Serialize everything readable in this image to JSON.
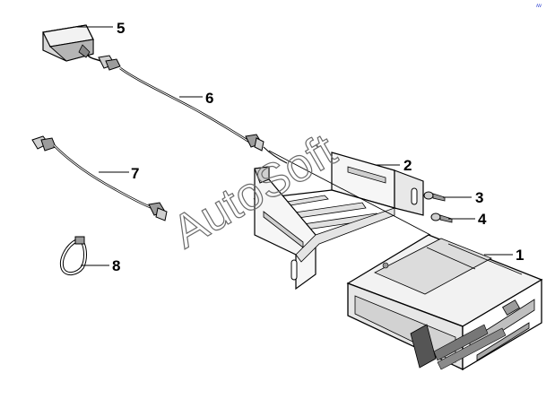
{
  "watermark": "AutoSoft",
  "corner_mark": "ꟿ",
  "callouts": [
    {
      "id": "1",
      "label": "1"
    },
    {
      "id": "2",
      "label": "2"
    },
    {
      "id": "3",
      "label": "3"
    },
    {
      "id": "4",
      "label": "4"
    },
    {
      "id": "5",
      "label": "5"
    },
    {
      "id": "6",
      "label": "6"
    },
    {
      "id": "7",
      "label": "7"
    },
    {
      "id": "8",
      "label": "8"
    }
  ],
  "colors": {
    "line": "#000000",
    "fill_light": "#f2f2f2",
    "fill_mid": "#d8d8d8",
    "fill_dark": "#b5b5b5",
    "watermark": "#6a6a6a"
  }
}
